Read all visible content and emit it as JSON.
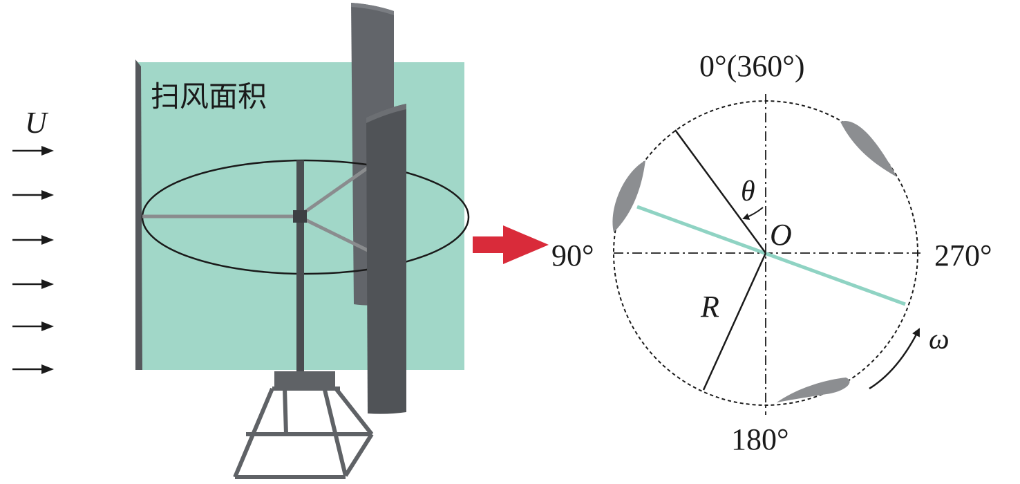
{
  "colors": {
    "swept_area": "#a1d7c8",
    "blade_dark": "#4d5054",
    "blade_mid": "#5a5d62",
    "arm": "#8a8c8e",
    "transfer_arrow": "#d92b3a",
    "reference_line": "#8fd3c3",
    "airfoil": "#8c8e91",
    "ink": "#1a1a1a"
  },
  "left_panel": {
    "wind_label": "U",
    "swept_area_label": "扫风面积",
    "wind_arrow_count": 6
  },
  "right_panel": {
    "angle_top": "0°(360°)",
    "angle_left": "90°",
    "angle_right": "270°",
    "angle_bottom": "180°",
    "theta_symbol": "θ",
    "center_label": "O",
    "radius_label": "R",
    "omega_symbol": "ω"
  }
}
